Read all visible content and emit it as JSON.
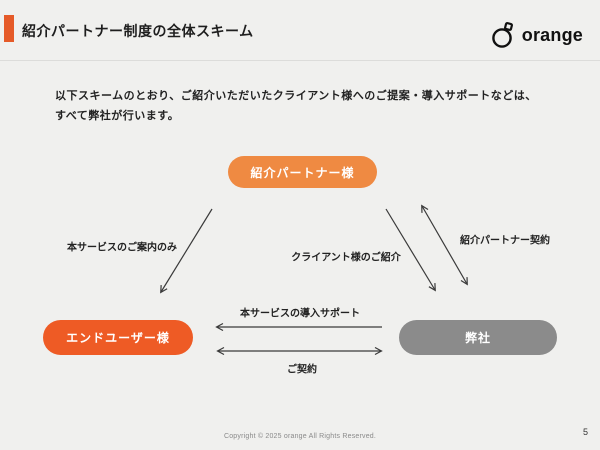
{
  "slide": {
    "title": "紹介パートナー制度の全体スキーム",
    "page_number": "5",
    "footer": "Copyright © 2025 orange All Rights Reserved."
  },
  "logo": {
    "text": "orange"
  },
  "body": {
    "line1": "以下スキームのとおり、ご紹介いただいたクライアント様へのご提案・導入サポートなどは、",
    "line2": "すべて弊社が行います。"
  },
  "diagram": {
    "nodes": [
      {
        "id": "partner",
        "label": "紹介パートナー様",
        "color": "#ef8a42"
      },
      {
        "id": "end_user",
        "label": "エンドユーザー様",
        "color": "#ee5b25"
      },
      {
        "id": "company",
        "label": "弊社",
        "color": "#8b8b8b"
      }
    ],
    "edges": [
      {
        "label": "本サービスのご案内のみ",
        "from": "partner",
        "to": "end_user",
        "direction": "one-way"
      },
      {
        "label": "クライアント様のご紹介",
        "from": "partner",
        "to": "company",
        "direction": "one-way"
      },
      {
        "label": "紹介パートナー契約",
        "from": "company",
        "to": "partner",
        "direction": "two-way"
      },
      {
        "label": "本サービスの導入サポート",
        "from": "company",
        "to": "end_user",
        "direction": "one-way"
      },
      {
        "label": "ご契約",
        "from": "end_user",
        "to": "company",
        "direction": "two-way"
      }
    ]
  },
  "colors": {
    "accent_bar": "#e55a28",
    "background": "#f0f0ee",
    "arrow": "#3a3a3a"
  }
}
